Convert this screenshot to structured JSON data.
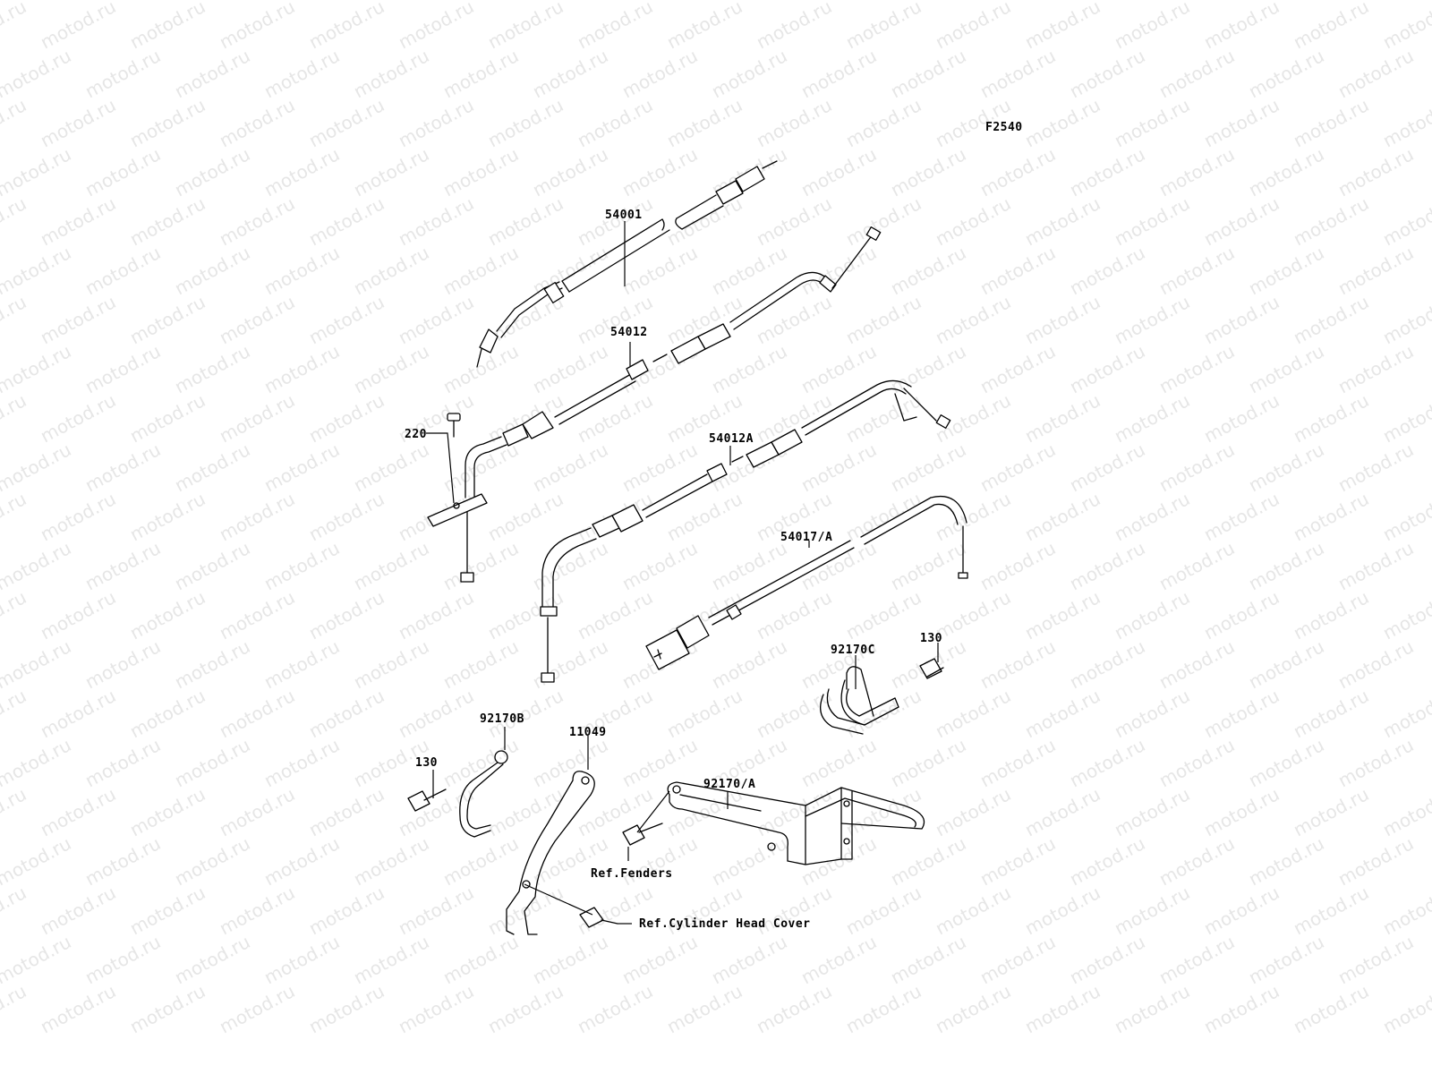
{
  "watermark": {
    "text": "motod.ru"
  },
  "figure_code": "F2540",
  "callouts": [
    {
      "id": "54001",
      "text": "54001"
    },
    {
      "id": "54012",
      "text": "54012"
    },
    {
      "id": "220",
      "text": "220"
    },
    {
      "id": "54012A",
      "text": "54012A"
    },
    {
      "id": "54017A",
      "text": "54017/A"
    },
    {
      "id": "130a",
      "text": "130"
    },
    {
      "id": "92170C",
      "text": "92170C"
    },
    {
      "id": "92170B",
      "text": "92170B"
    },
    {
      "id": "11049",
      "text": "11049"
    },
    {
      "id": "130b",
      "text": "130"
    },
    {
      "id": "92170A",
      "text": "92170/A"
    },
    {
      "id": "ref-fenders",
      "text": "Ref.Fenders"
    },
    {
      "id": "ref-cyl",
      "text": "Ref.Cylinder Head Cover"
    }
  ]
}
